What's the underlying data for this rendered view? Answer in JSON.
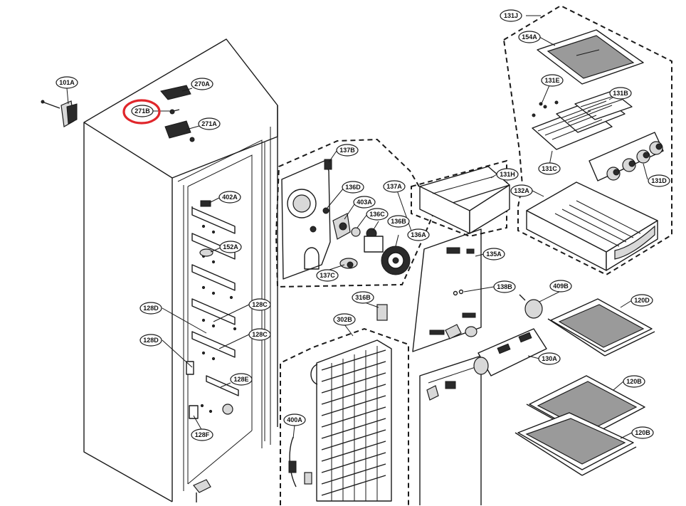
{
  "highlight_color": "#e0262b",
  "highlighted_part": "271B",
  "callouts": [
    {
      "id": "c-101a",
      "label": "101A"
    },
    {
      "id": "c-270a",
      "label": "270A"
    },
    {
      "id": "c-271b",
      "label": "271B"
    },
    {
      "id": "c-271a",
      "label": "271A"
    },
    {
      "id": "c-402a",
      "label": "402A"
    },
    {
      "id": "c-152a",
      "label": "152A"
    },
    {
      "id": "c-128d-1",
      "label": "128D"
    },
    {
      "id": "c-128c-1",
      "label": "128C"
    },
    {
      "id": "c-128d-2",
      "label": "128D"
    },
    {
      "id": "c-128c-2",
      "label": "128C"
    },
    {
      "id": "c-128e",
      "label": "128E"
    },
    {
      "id": "c-128f",
      "label": "128F"
    },
    {
      "id": "c-137b",
      "label": "137B"
    },
    {
      "id": "c-136d",
      "label": "136D"
    },
    {
      "id": "c-403a",
      "label": "403A"
    },
    {
      "id": "c-136c",
      "label": "136C"
    },
    {
      "id": "c-136b",
      "label": "136B"
    },
    {
      "id": "c-137a",
      "label": "137A"
    },
    {
      "id": "c-136a",
      "label": "136A"
    },
    {
      "id": "c-137c",
      "label": "137C"
    },
    {
      "id": "c-131j",
      "label": "131J"
    },
    {
      "id": "c-154a",
      "label": "154A"
    },
    {
      "id": "c-131e",
      "label": "131E"
    },
    {
      "id": "c-131b",
      "label": "131B"
    },
    {
      "id": "c-131c",
      "label": "131C"
    },
    {
      "id": "c-131d",
      "label": "131D"
    },
    {
      "id": "c-131h",
      "label": "131H"
    },
    {
      "id": "c-132a",
      "label": "132A"
    },
    {
      "id": "c-135a",
      "label": "135A"
    },
    {
      "id": "c-138b",
      "label": "138B"
    },
    {
      "id": "c-409b",
      "label": "409B"
    },
    {
      "id": "c-120d",
      "label": "120D"
    },
    {
      "id": "c-316b",
      "label": "316B"
    },
    {
      "id": "c-302b",
      "label": "302B"
    },
    {
      "id": "c-130a",
      "label": "130A"
    },
    {
      "id": "c-120b-1",
      "label": "120B"
    },
    {
      "id": "c-120b-2",
      "label": "120B"
    },
    {
      "id": "c-400a",
      "label": "400A"
    }
  ]
}
